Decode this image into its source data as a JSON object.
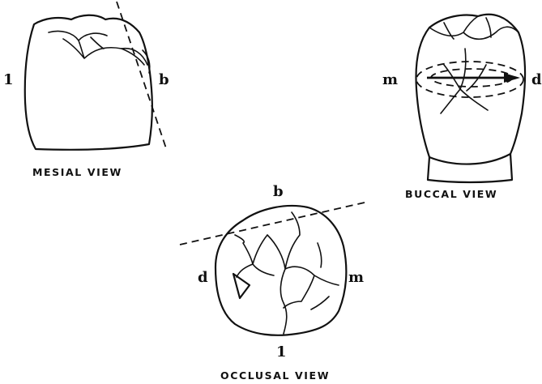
{
  "mesial": {
    "title": "MESIAL VIEW",
    "left_label": "1",
    "right_label": "b"
  },
  "buccal": {
    "title": "BUCCAL VIEW",
    "left_label": "m",
    "right_label": "d"
  },
  "occlusal": {
    "title": "OCCLUSAL VIEW",
    "top_label": "b",
    "bottom_label": "1",
    "left_label": "d",
    "right_label": "m"
  },
  "colors": {
    "ink": "#111111",
    "background": "#ffffff"
  }
}
